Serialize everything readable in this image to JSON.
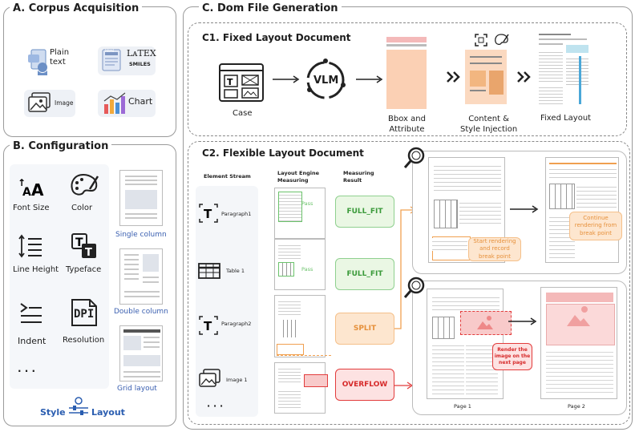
{
  "panelA": {
    "title": "A. Corpus Acquisition",
    "items": [
      {
        "label": "Plain\ntext",
        "icon": "plain-text-icon"
      },
      {
        "label": "LᴀTEX",
        "sub": "SMILES",
        "tag": "html",
        "icon": "latex-icon"
      },
      {
        "label": "Image",
        "icon": "image-icon"
      },
      {
        "label": "Chart",
        "icon": "chart-icon"
      }
    ]
  },
  "panelB": {
    "title": "B. Configuration",
    "items": [
      {
        "label": "Font Size",
        "icon": "font-size-icon"
      },
      {
        "label": "Color",
        "icon": "palette-icon"
      },
      {
        "label": "Line Height",
        "icon": "line-height-icon"
      },
      {
        "label": "Typeface",
        "icon": "typeface-icon"
      },
      {
        "label": "Indent",
        "icon": "indent-icon"
      },
      {
        "label": "Resolution",
        "icon": "dpi-icon"
      },
      {
        "label": "· · ·"
      }
    ],
    "dpi_text": "DPI",
    "layouts": [
      "Single column",
      "Double column",
      "Grid layout"
    ],
    "footer_left": "Style",
    "footer_right": "Layout"
  },
  "panelC": {
    "title": "C. Dom File Generation",
    "c1": {
      "title": "C1. Fixed Layout Document",
      "steps": [
        "Case",
        "Bbox and\nAttribute",
        "Content &\nStyle Injection",
        "Fixed Layout"
      ],
      "vlm": "VLM"
    },
    "c2": {
      "title": "C2. Flexible Layout Document",
      "col_headers": [
        "Element Stream",
        "Layout Engine\nMeasuring",
        "Measuring\nResult"
      ],
      "elements": [
        "Paragraph1",
        "Table 1",
        "Paragraph2",
        "Image 1",
        "· · ·"
      ],
      "pass": "Pass",
      "results": [
        "FULL_FIT",
        "FULL_FIT",
        "SPLIT",
        "OVERFLOW"
      ],
      "notes": {
        "record": "Start rendering\nand record\nbreak point",
        "continue": "Continue\nrendering from\nbreak point",
        "render": "Render the\nimage on the\nnext page"
      },
      "pages": [
        "Page 1",
        "Page 2"
      ]
    }
  },
  "colors": {
    "green": "#6cc36c",
    "green_bg": "#eaf7e4",
    "orange": "#f0a050",
    "orange_bg": "#fde6cf",
    "red": "#e23c3c",
    "red_bg": "#fde2e2",
    "pink": "#f4b9b9",
    "blue": "#4a8fd6"
  }
}
